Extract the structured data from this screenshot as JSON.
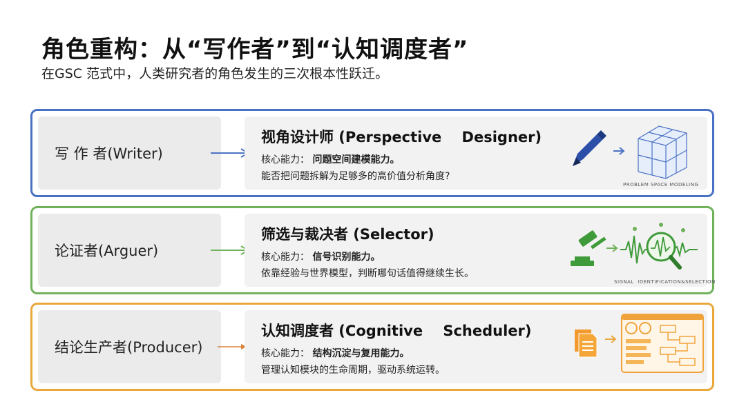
{
  "header": {
    "title": "角色重构：从“写作者”到“认知调度者”",
    "subtitle": "在GSC 范式中，人类研究者的角色发生的三次根本性跃迁。"
  },
  "rows": [
    {
      "from": "写 作 者(Writer)",
      "role": "视角设计师 (Perspective    Designer)",
      "core_prefix": "核心能力：",
      "core_value": "问题空间建模能力。",
      "desc": "能否把问题拆解为足够多的高价值分析角度?",
      "caption": "PROBLEM SPACE MODELING",
      "color": "#4a72c4"
    },
    {
      "from": "论证者(Arguer)",
      "role": "筛选与裁决者 (Selector)",
      "core_prefix": "核心能力：",
      "core_value": "信号识别能力。",
      "desc": "依靠经验与世界模型，判断哪句话值得继续生长。",
      "caption": "SIGNAL  IDENTIFICATION&SELECTION",
      "color": "#6fb25a"
    },
    {
      "from": "结论生产者(Producer)",
      "role": "认知调度者 (Cognitive    Scheduler)",
      "core_prefix": "核心能力：",
      "core_value": "结构沉淀与复用能力。",
      "desc": "管理认知模块的生命周期，驱动系统运转。",
      "caption": "",
      "color": "#eaa83c"
    }
  ]
}
